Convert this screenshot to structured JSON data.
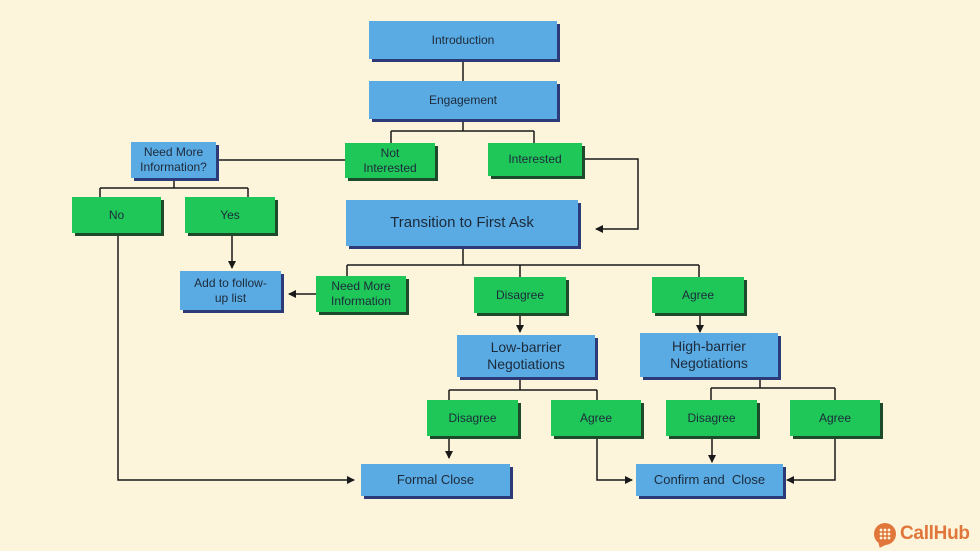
{
  "nodes": {
    "introduction": "Introduction",
    "engagement": "Engagement",
    "not_interested": "Not Interested",
    "interested": "Interested",
    "need_more_information_q": "Need More Information?",
    "no": "No",
    "yes": "Yes",
    "transition_first_ask": "Transition to First Ask",
    "add_followup": "Add to follow-up list",
    "need_more_information": "Need More Information",
    "disagree": "Disagree",
    "agree": "Agree",
    "low_barrier": "Low-barrier Negotiations",
    "high_barrier": "High-barrier Negotiations",
    "low_disagree": "Disagree",
    "low_agree": "Agree",
    "high_disagree": "Disagree",
    "high_agree": "Agree",
    "formal_close": "Formal Close",
    "confirm_close": "Confirm and  Close"
  },
  "logo": {
    "text": "CallHub"
  },
  "colors": {
    "background": "#fdf4dc",
    "blue_box": "#5aabe3",
    "green_box": "#1fc759",
    "line": "#1a1a1a",
    "brand": "#e0763a"
  }
}
